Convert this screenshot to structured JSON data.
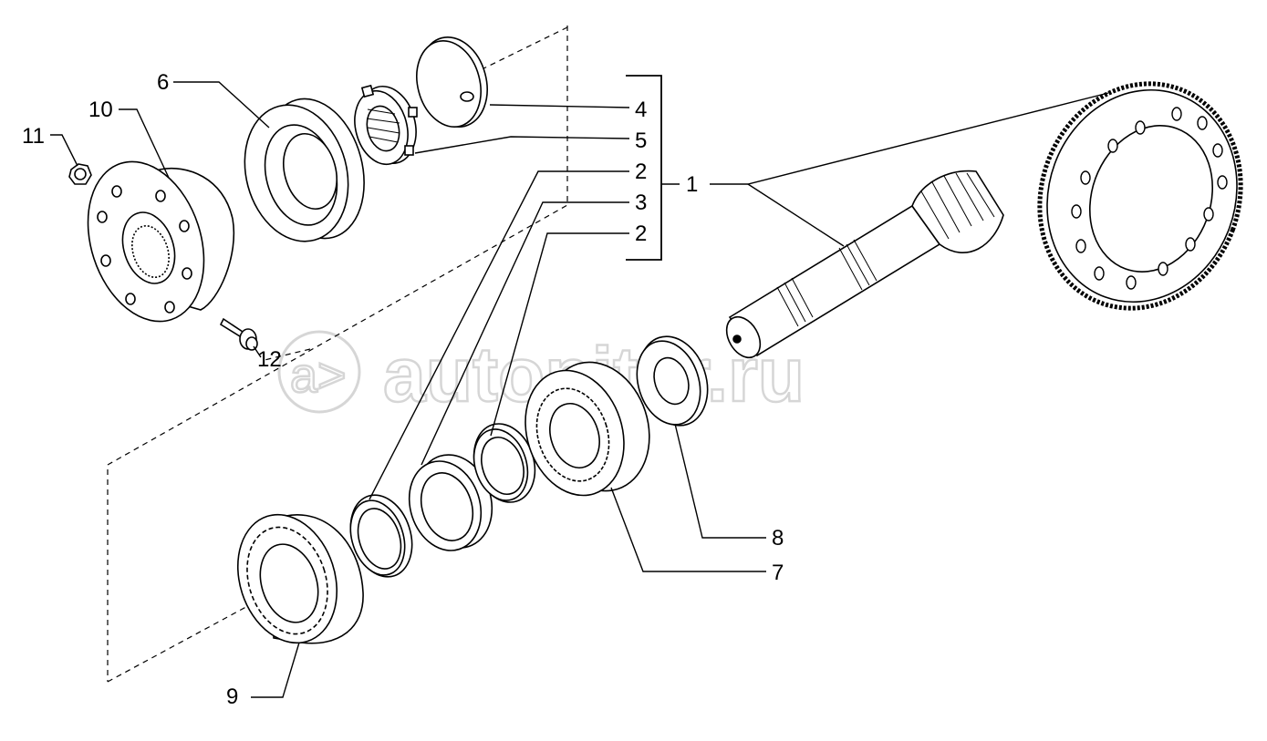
{
  "labels": {
    "l1": "1",
    "l2a": "2",
    "l2b": "2",
    "l3": "3",
    "l4": "4",
    "l5": "5",
    "l6": "6",
    "l7": "7",
    "l8": "8",
    "l9": "9",
    "l10": "10",
    "l11": "11",
    "l12": "12"
  },
  "watermark": {
    "text": "autopiter.ru"
  },
  "colors": {
    "line": "#000000",
    "watermark": "#d6d6d6",
    "background": "#ffffff"
  }
}
